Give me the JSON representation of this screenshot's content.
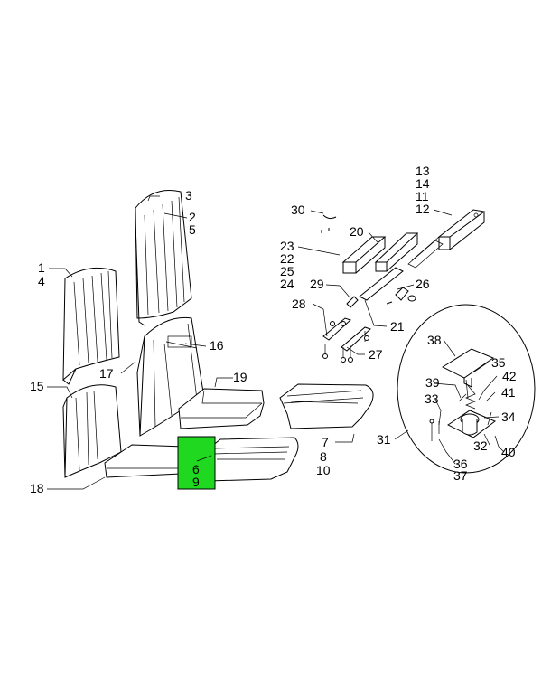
{
  "highlight_color": "#1fd81f",
  "callouts": {
    "c1": "1",
    "c4": "4",
    "c3": "3",
    "c2": "2",
    "c5": "5",
    "c15": "15",
    "c16": "16",
    "c17": "17",
    "c18": "18",
    "c19": "19",
    "c6": "6",
    "c9": "9",
    "c7": "7",
    "c8": "8",
    "c10": "10",
    "c13": "13",
    "c14": "14",
    "c11": "11",
    "c12": "12",
    "c30": "30",
    "c20": "20",
    "c23": "23",
    "c22": "22",
    "c25": "25",
    "c24": "24",
    "c29": "29",
    "c26": "26",
    "c28": "28",
    "c21": "21",
    "c27": "27",
    "c31": "31",
    "c38": "38",
    "c35": "35",
    "c39": "39",
    "c42": "42",
    "c41": "41",
    "c33": "33",
    "c34": "34",
    "c32": "32",
    "c40": "40",
    "c36": "36",
    "c37": "37"
  }
}
